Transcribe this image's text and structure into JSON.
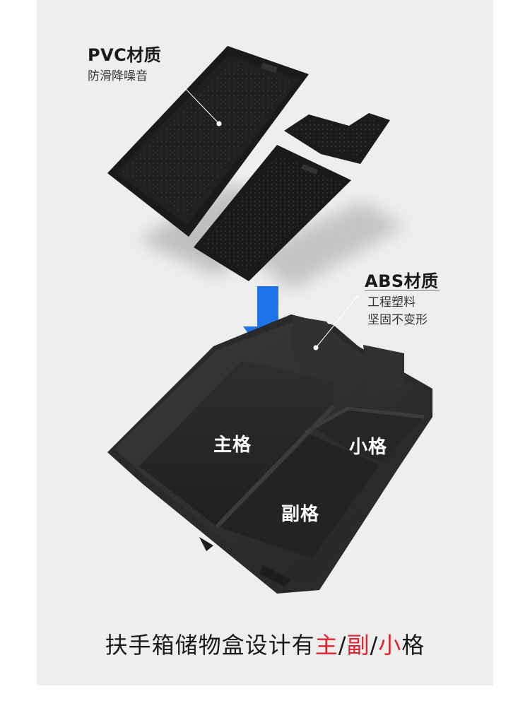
{
  "labels": {
    "pvc": {
      "title": "PVC材质",
      "desc": "防滑降噪音"
    },
    "abs": {
      "title": "ABS材质",
      "desc_line1": "工程塑料",
      "desc_line2": "坚固不变形"
    }
  },
  "compartments": {
    "main": "主格",
    "small": "小格",
    "secondary": "副格"
  },
  "caption": {
    "prefix": "扶手箱储物盒设计有",
    "main": "主",
    "sep1": "/",
    "secondary": "副",
    "sep2": "/",
    "small": "小",
    "suffix": "格"
  },
  "colors": {
    "background": "#eeeeee",
    "accent_arrow": "#1e73e8",
    "highlight_text": "#e2222d",
    "product": "#2b2b2b"
  },
  "icons": [
    "down-arrow-icon"
  ]
}
